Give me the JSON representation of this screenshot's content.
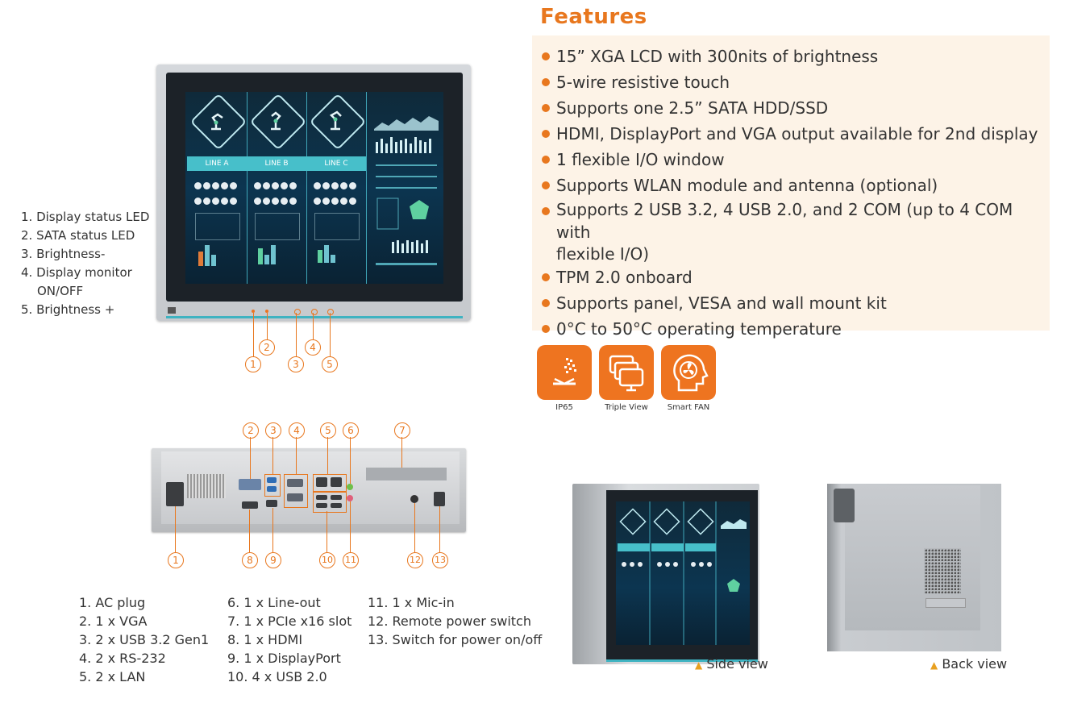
{
  "features": {
    "title": "Features",
    "items": [
      "15” XGA LCD with 300nits of brightness",
      "5-wire resistive touch",
      "Supports one 2.5” SATA HDD/SSD",
      "HDMI, DisplayPort and VGA output available for 2nd display",
      "1 flexible I/O window",
      "Supports WLAN module and antenna (optional)",
      "Supports 2 USB 3.2, 4 USB 2.0, and 2 COM (up to 4 COM with",
      "flexible I/O)",
      "TPM 2.0 onboard",
      "Supports panel, VESA and wall mount kit",
      "0°C to 50°C operating temperature"
    ]
  },
  "badges": [
    {
      "label": "IP65",
      "icon": "ip65-icon"
    },
    {
      "label": "Triple View",
      "icon": "triple-view-icon"
    },
    {
      "label": "Smart FAN",
      "icon": "smart-fan-icon"
    }
  ],
  "screen_labels": [
    "LINE A",
    "LINE B",
    "LINE C"
  ],
  "front_list": [
    "1. Display status LED",
    "2. SATA status LED",
    "3. Brightness-",
    "4. Display monitor",
    "ON/OFF",
    "5. Brightness +"
  ],
  "front_callouts": [
    "1",
    "2",
    "3",
    "4",
    "5"
  ],
  "rear_callouts_top": [
    "2",
    "3",
    "4",
    "5",
    "6",
    "7"
  ],
  "rear_callouts_bottom": [
    "1",
    "8",
    "9",
    "10",
    "11",
    "12",
    "13"
  ],
  "io_list": {
    "col1": [
      "1. AC plug",
      "2. 1 x VGA",
      "3. 2 x USB 3.2 Gen1",
      "4. 2 x RS-232",
      "5. 2 x LAN"
    ],
    "col2": [
      "6. 1 x Line-out",
      "7. 1 x PCIe x16 slot",
      "8. 1 x HDMI",
      "9. 1 x DisplayPort",
      "10. 4 x USB 2.0"
    ],
    "col3": [
      "11. 1 x Mic-in",
      "12. Remote power switch",
      "13. Switch for power on/off"
    ]
  },
  "views": {
    "side": "Side view",
    "back": "Back view",
    "marker": "▲"
  },
  "colors": {
    "accent": "#e8771e",
    "teal": "#3fb3c1",
    "panel": "#fdf3e7"
  }
}
